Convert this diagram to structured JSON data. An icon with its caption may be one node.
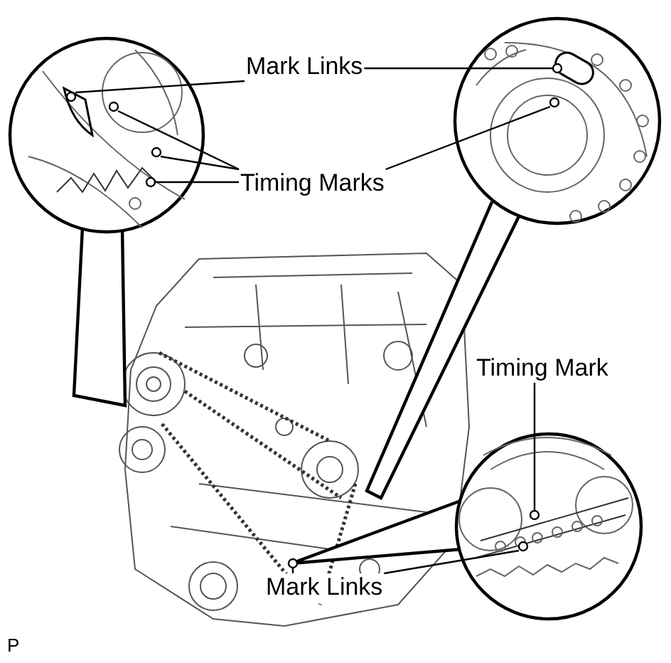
{
  "diagram": {
    "nodes": [
      {
        "text": [
          "Mark Links"
        ]
      },
      {
        "text": [
          "Timing Marks"
        ]
      },
      {
        "text": [
          "Timing Mark"
        ]
      },
      {
        "text": [
          "Mark Links"
        ]
      },
      {
        "text": [],
        "shape": "circle"
      },
      {
        "text": [],
        "shape": "circle"
      },
      {
        "text": [],
        "shape": "circle"
      },
      {
        "text": [],
        "shape": "circle"
      },
      {
        "text": [],
        "shape": "circle"
      },
      {
        "text": [],
        "shape": "circle"
      },
      {
        "text": [],
        "shape": "circle"
      },
      {
        "text": [],
        "shape": "circle"
      },
      {
        "text": [],
        "shape": "circle"
      }
    ],
    "edges": [
      {
        "from": 0,
        "to": 4,
        "arrow": "none"
      },
      {
        "from": 0,
        "to": 5,
        "arrow": "none"
      },
      {
        "from": 1,
        "to": 6,
        "arrow": "none"
      },
      {
        "from": 1,
        "to": 7,
        "arrow": "none"
      },
      {
        "from": 1,
        "to": 8,
        "arrow": "none"
      },
      {
        "from": 1,
        "to": 9,
        "arrow": "none"
      },
      {
        "from": 2,
        "to": 10,
        "arrow": "none"
      },
      {
        "from": 3,
        "to": 11,
        "arrow": "none"
      },
      {
        "from": 3,
        "to": 12,
        "arrow": "none"
      }
    ],
    "labels": [
      "P"
    ]
  }
}
